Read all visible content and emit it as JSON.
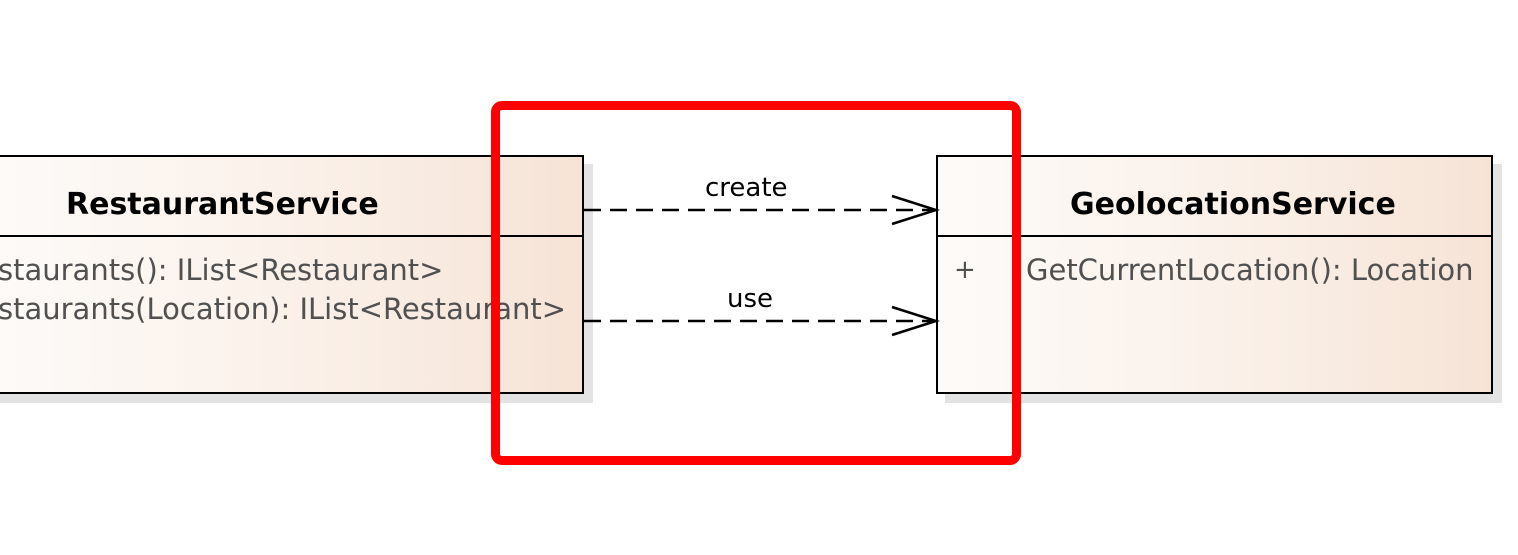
{
  "classes": {
    "restaurant_service": {
      "name": "RestaurantService",
      "operations": [
        "staurants(): IList<Restaurant>",
        "staurants(Location): IList<Restaurant>"
      ]
    },
    "geolocation_service": {
      "name": "GeolocationService",
      "visibility": "+",
      "operations": [
        "GetCurrentLocation(): Location"
      ]
    }
  },
  "dependencies": {
    "create_label": "create",
    "use_label": "use"
  },
  "colors": {
    "highlight": "#ff0000",
    "box_gradient_end": "#f6e3d6",
    "member_text": "#505050"
  }
}
